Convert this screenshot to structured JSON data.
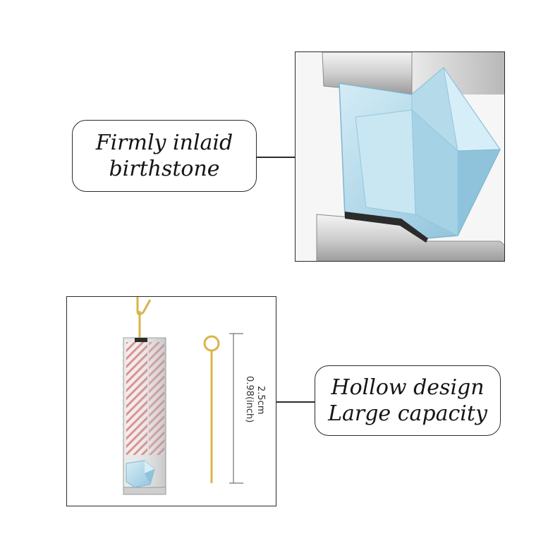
{
  "callouts": {
    "top": {
      "line1": "Firmly inlaid",
      "line2": "birthstone"
    },
    "bottom": {
      "line1": "Hollow design",
      "line2": "Large capacity"
    }
  },
  "dimension": {
    "metric": "2.5cm",
    "imperial": "0.98(inch)"
  },
  "colors": {
    "gem": "#bfe0ee",
    "gem_dark": "#8fc3dc",
    "metal": "#d8d8d8",
    "gold": "#d9b44a",
    "stripe": "#d98c8c",
    "border": "#2b2b2b"
  }
}
